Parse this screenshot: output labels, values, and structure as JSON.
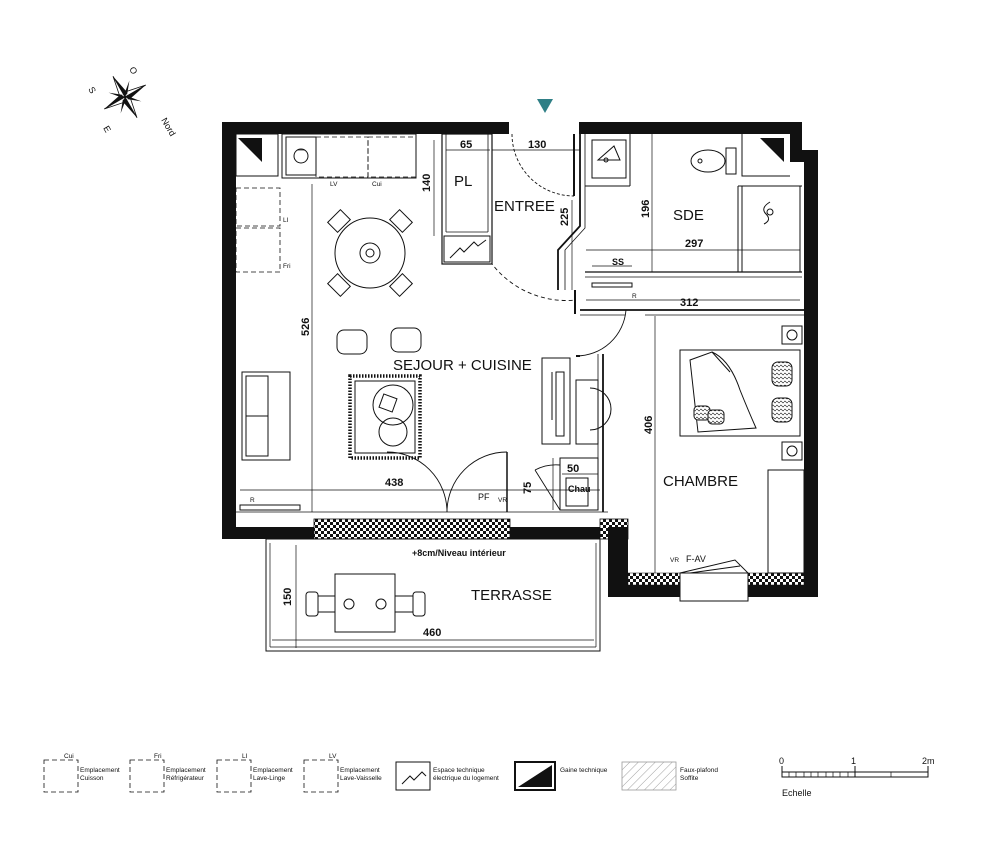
{
  "compass": {
    "label_north": "Nord",
    "label_south": "S",
    "label_east": "E",
    "label_west": "O"
  },
  "rooms": {
    "pl": "PL",
    "entree": "ENTREE",
    "sde": "SDE",
    "sejour": "SEJOUR + CUISINE",
    "chambre": "CHAMBRE",
    "terrasse": "TERRASSE"
  },
  "dimensions": {
    "d65": "65",
    "d130": "130",
    "d140": "140",
    "d225": "225",
    "d196": "196",
    "d297": "297",
    "d312": "312",
    "d526": "526",
    "d406": "406",
    "d438": "438",
    "d75": "75",
    "d50": "50",
    "d150": "150",
    "d460": "460"
  },
  "labels": {
    "lv": "LV",
    "cui": "Cui",
    "li": "LI",
    "fri": "Fri",
    "ss": "SS",
    "r1": "R",
    "r2": "R",
    "pf": "PF",
    "vr1": "VR",
    "vr2": "VR",
    "fav": "F-AV",
    "chau": "Chau",
    "niveau": "+8cm/Niveau intérieur"
  },
  "legend": [
    {
      "code": "Cui",
      "line1": "Emplacement",
      "line2": "Cuisson",
      "icon": "dashed-box"
    },
    {
      "code": "Fri",
      "line1": "Emplacement",
      "line2": "Réfrigérateur",
      "icon": "dashed-box"
    },
    {
      "code": "LI",
      "line1": "Emplacement",
      "line2": "Lave-Linge",
      "icon": "dashed-box"
    },
    {
      "code": "LV",
      "line1": "Emplacement",
      "line2": "Lave-Vaisselle",
      "icon": "dashed-box"
    },
    {
      "code": "",
      "line1": "Espace technique",
      "line2": "électrique du logement",
      "icon": "zigzag-box"
    },
    {
      "code": "",
      "line1": "Gaine technique",
      "line2": "",
      "icon": "black-wedge-box"
    },
    {
      "code": "",
      "line1": "Faux-plafond",
      "line2": "Soffite",
      "icon": "hatched-box"
    }
  ],
  "scale": {
    "t0": "0",
    "t1": "1",
    "t2": "2m",
    "label": "Echelle"
  },
  "colors": {
    "entrance_marker": "#2f7f86",
    "walls": "#111111"
  }
}
